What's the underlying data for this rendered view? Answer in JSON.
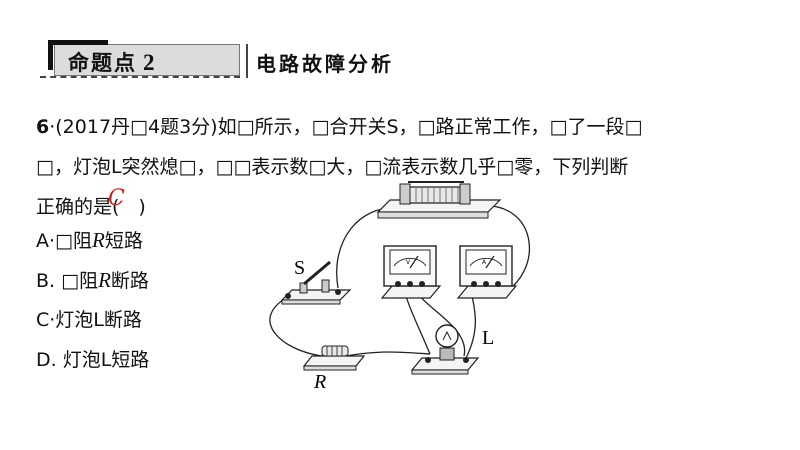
{
  "header": {
    "tag_label": "命题点",
    "tag_number": "2",
    "topic": "电路故障分析"
  },
  "question": {
    "number": "6",
    "line1": "·(2017丹□4题3分)如□所示，□合开关S，□路正常工作，□了一段□",
    "line2": "□，灯泡L突然熄□，□□表示数□大，□流表示数几乎□零，下列判断",
    "line3": "正确的是(　)",
    "answer": "C"
  },
  "options": [
    {
      "prefix": "A·□阻",
      "var": "R",
      "suffix": "短路"
    },
    {
      "prefix": "B.  □阻",
      "var": "R",
      "suffix": "断路"
    },
    {
      "prefix": "C·灯泡L断路",
      "var": "",
      "suffix": ""
    },
    {
      "prefix": "D.  灯泡L短路",
      "var": "",
      "suffix": ""
    }
  ],
  "circuit": {
    "switch_label": "S",
    "resistor_label": "R",
    "lamp_label": "L",
    "voltmeter_mark": "V",
    "ammeter_mark": "A"
  }
}
